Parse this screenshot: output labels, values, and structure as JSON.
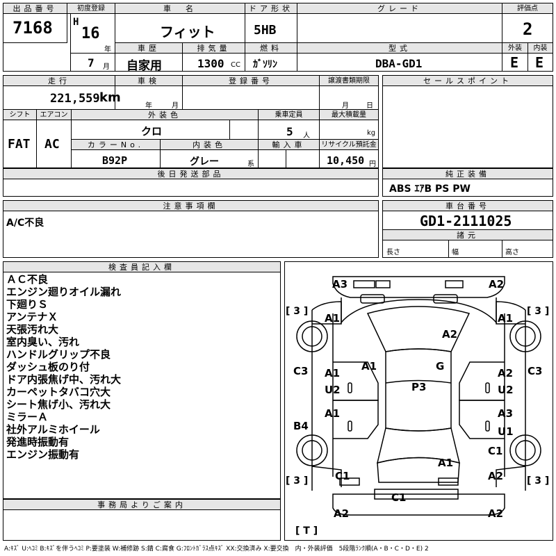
{
  "header": {
    "lot_label": "出品番号",
    "lot_value": "7168",
    "first_reg_label": "初度登録",
    "era": "H",
    "year_value": "16",
    "year_unit": "年",
    "month_value": "7",
    "month_unit": "月",
    "car_name_label": "車　名",
    "car_name": "フィット",
    "door_label": "ドア形状",
    "door_value": "5HB",
    "grade_label": "グレード",
    "grade_value": "",
    "score_label": "評価点",
    "score_value": "2",
    "history_label": "車歴",
    "history_value": "自家用",
    "displacement_label": "排気量",
    "displacement_value": "1300",
    "displacement_unit": "CC",
    "fuel_label": "燃料",
    "fuel_value": "ｶﾞｿﾘﾝ",
    "model_label": "型式",
    "model_value": "DBA-GD1",
    "ext_label": "外装",
    "ext_value": "E",
    "int_label": "内装",
    "int_value": "E"
  },
  "row2": {
    "mileage_label": "走行",
    "mileage_value": "221,559",
    "mileage_unit": "km",
    "inspection_label": "車検",
    "inspection_year_unit": "年",
    "inspection_month_unit": "月",
    "regno_label": "登録番号",
    "regno_value": "",
    "transfer_label": "譲渡書類期限",
    "transfer_month": "月",
    "transfer_day": "日",
    "sales_label": "セールスポイント",
    "sales_value": ""
  },
  "row3": {
    "shift_label": "シフト",
    "shift_value": "FAT",
    "ac_label": "エアコン",
    "ac_value": "AC",
    "ext_color_label": "外装色",
    "ext_color_value": "クロ",
    "capacity_label": "乗車定員",
    "capacity_value": "5",
    "capacity_unit": "人",
    "load_label": "最大積載量",
    "load_unit": "kg",
    "color_no_label": "カラーNo.",
    "color_no_value": "B92P",
    "int_color_label": "内装色",
    "int_color_value": "グレー",
    "int_color_suffix": "系",
    "import_label": "輸入車",
    "recycle_label": "リサイクル預託金",
    "recycle_value": "10,450",
    "recycle_unit": "円"
  },
  "row4": {
    "later_parts_label": "後日発送部品",
    "later_parts_value": "",
    "genuine_label": "純正装備",
    "genuine_value": "ABS ｴｱB PS PW"
  },
  "notes": {
    "notes_label": "注意事項欄",
    "notes_value": "A/C不良",
    "chassis_label": "車台番号",
    "chassis_value": "GD1-2111025",
    "specs_label": "諸元",
    "length_label": "長さ",
    "width_label": "幅",
    "height_label": "高さ"
  },
  "inspector": {
    "label": "検査員記入欄",
    "remarks": [
      "ＡＣ不良",
      "エンジン廻りオイル漏れ",
      "下廻りＳ",
      "アンテナＸ",
      "天張汚れ大",
      "室内臭い、汚れ",
      "ハンドルグリップ不良",
      "ダッシュ板のり付",
      "ドア内張焦げ中、汚れ大",
      "カーペットタバコ穴大",
      "シート焦げ小、汚れ大",
      "ミラーＡ",
      "社外アルミホイール",
      "発進時振動有",
      "エンジン振動有"
    ]
  },
  "office": {
    "label": "事務局よりご案内",
    "value": ""
  },
  "diagram": {
    "marks": [
      "A3",
      "A2",
      "A1",
      "A1",
      "A2",
      "C3",
      "A1",
      "A1",
      "G",
      "A2",
      "C3",
      "U2",
      "P3",
      "U2",
      "A1",
      "A3",
      "B4",
      "U1",
      "C1",
      "A1",
      "C1",
      "A2",
      "C1",
      "A2",
      "A2"
    ],
    "brackets": [
      "[ 3 ]",
      "[ 3 ]",
      "[ 3 ]",
      "[ 3 ]",
      "[ T ]"
    ]
  },
  "legend": "A:ｷｽﾞ U:ﾍｺﾐ B:ｷｽﾞを伴うﾍｺﾐ P:要塗装 W:補修跡 S:錆 C:腐食 G:ﾌﾛﾝﾄｶﾞﾗｽ点ｷｽﾞ XX:交換済み X:要交換　内・外装評価　5段階ﾗﾝｸ順(A・B・C・D・E) 2"
}
